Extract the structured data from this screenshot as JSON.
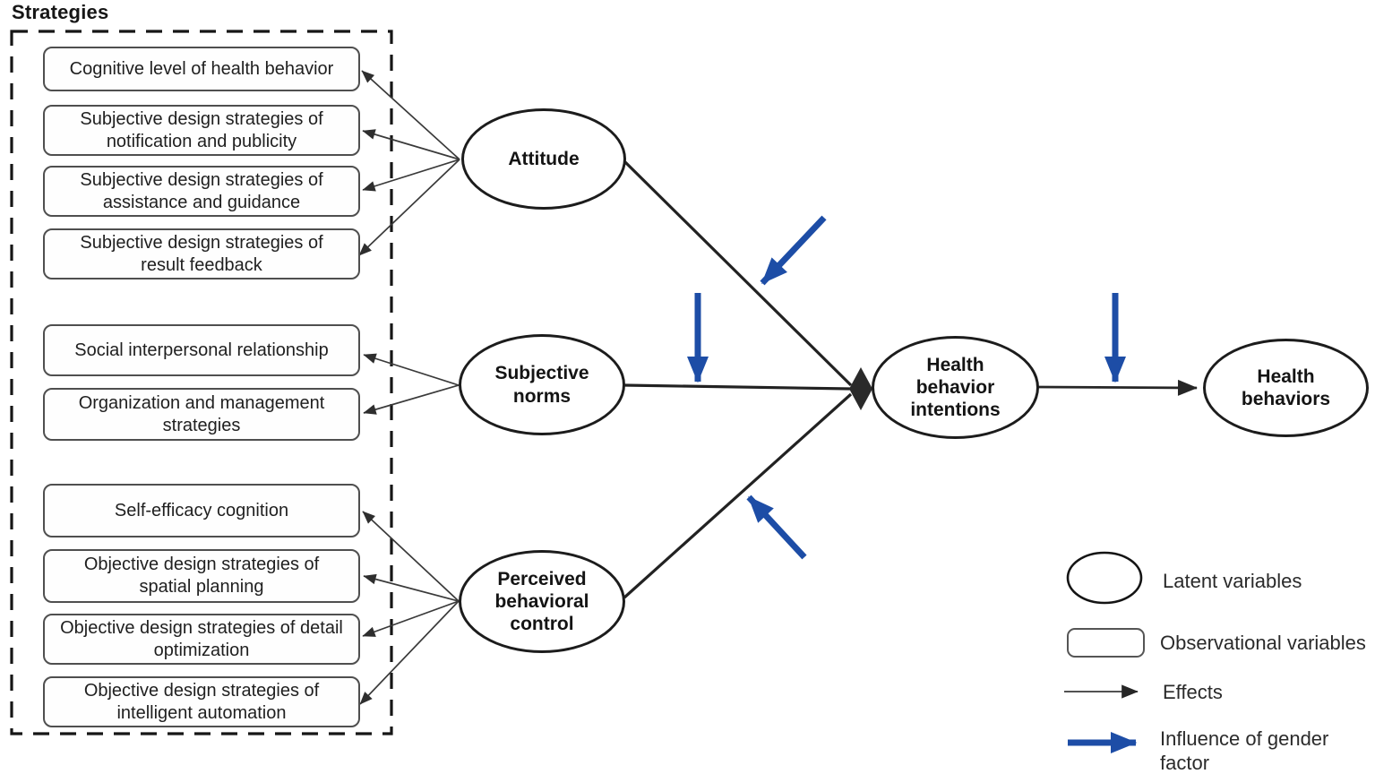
{
  "title": "Strategies",
  "boxes": [
    {
      "label": "Cognitive level of health behavior"
    },
    {
      "label": "Subjective design strategies of notification and publicity"
    },
    {
      "label": "Subjective design strategies of assistance and guidance"
    },
    {
      "label": "Subjective design strategies of result feedback"
    },
    {
      "label": "Social interpersonal relationship"
    },
    {
      "label": "Organization and management strategies"
    },
    {
      "label": "Self-efficacy cognition"
    },
    {
      "label": "Objective design strategies of spatial planning"
    },
    {
      "label": "Objective design strategies of detail optimization"
    },
    {
      "label": "Objective design strategies of intelligent automation"
    }
  ],
  "nodes": {
    "attitude": "Attitude",
    "subjective_norms": "Subjective norms",
    "perceived_behavioral_control": "Perceived behavioral control",
    "health_behavior_intentions": "Health behavior intentions",
    "health_behaviors": "Health behaviors"
  },
  "legend": {
    "latent": "Latent variables",
    "observational": "Observational variables",
    "effects": "Effects",
    "gender": "Influence of gender factor"
  },
  "colors": {
    "gender_arrow_blue": "#1d4da6",
    "line_black": "#222222",
    "fan_line_gray": "#3a3a3a"
  }
}
